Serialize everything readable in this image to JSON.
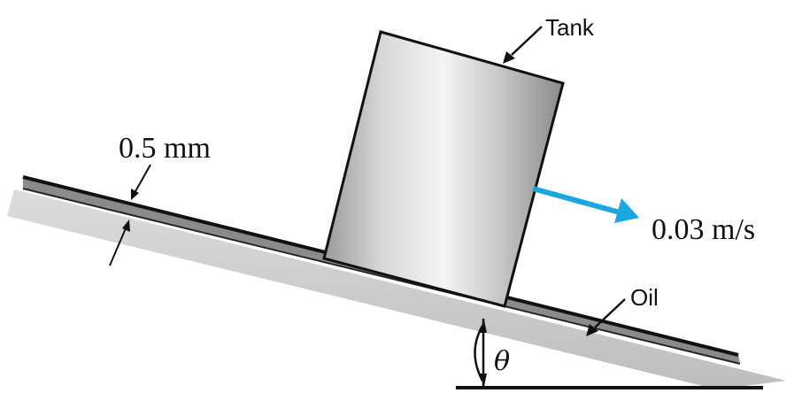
{
  "diagram": {
    "labels": {
      "tank": "Tank",
      "oil": "Oil",
      "gap": "0.5 mm",
      "velocity": "0.03 m/s",
      "angle": "θ"
    },
    "colors": {
      "velocity_arrow": "#1aa7e0",
      "plate": "#cfcfcf",
      "oil_film": "#7a7a7a",
      "tank_light": "#f2f2f2",
      "tank_dark": "#8c8c8c"
    }
  }
}
